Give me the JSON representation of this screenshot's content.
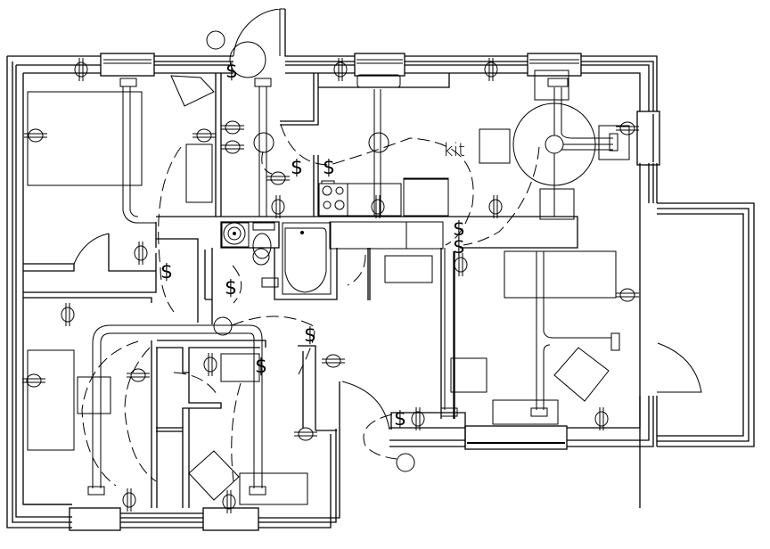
{
  "diagram": {
    "type": "floor-plan-electrical",
    "room_labels": [
      {
        "id": "kitchen",
        "text": "kit"
      }
    ],
    "symbols": {
      "switch": "$",
      "outlet": "duplex-outlet",
      "ceiling_light": "ceiling-light-fixture",
      "ceiling_fan": "ceiling-fan"
    },
    "switches": [
      {
        "text": "$"
      },
      {
        "text": "$"
      },
      {
        "text": "$"
      },
      {
        "text": "$"
      },
      {
        "text": "$"
      },
      {
        "text": "$"
      },
      {
        "text": "$"
      },
      {
        "text": "$"
      },
      {
        "text": "$"
      },
      {
        "text": "$"
      }
    ],
    "colors": {
      "line": "#000000",
      "background": "#ffffff"
    }
  }
}
